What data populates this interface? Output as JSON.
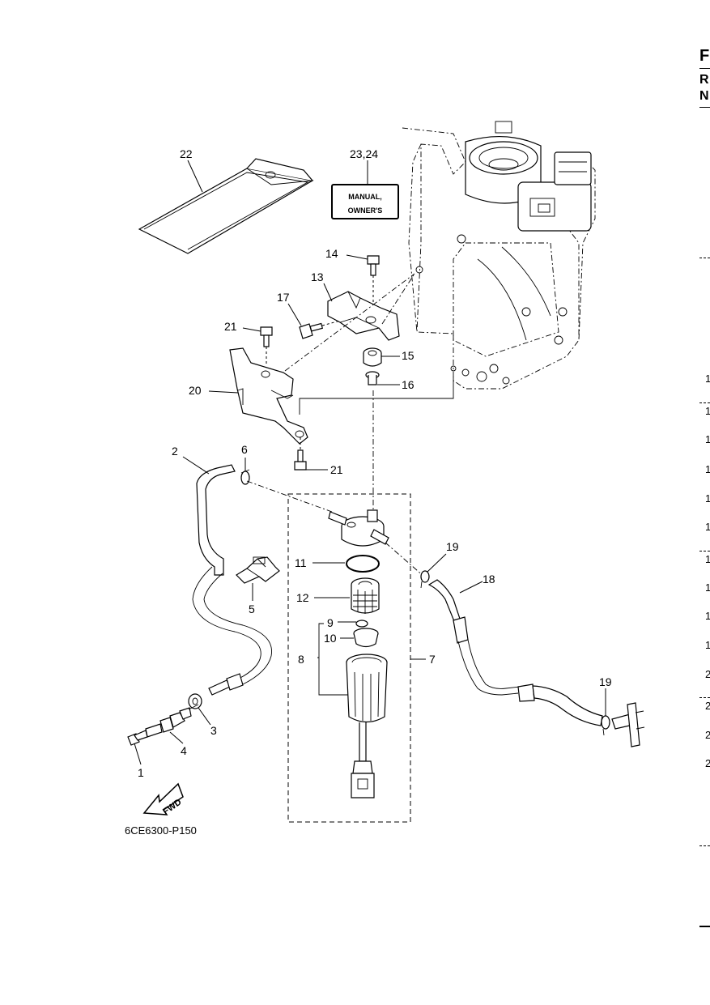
{
  "diagram_code": "6CE6300-P150",
  "manual_tag": {
    "line1": "MANUAL,",
    "line2": "OWNER'S"
  },
  "fwd_label": "FWD",
  "callouts": {
    "c1": "1",
    "c2": "2",
    "c3": "3",
    "c4": "4",
    "c5": "5",
    "c6": "6",
    "c7": "7",
    "c8": "8",
    "c9": "9",
    "c10": "10",
    "c11": "11",
    "c12": "12",
    "c13": "13",
    "c14": "14",
    "c15": "15",
    "c16": "16",
    "c17": "17",
    "c18": "18",
    "c19a": "19",
    "c19b": "19",
    "c20": "20",
    "c21a": "21",
    "c21b": "21",
    "c22": "22",
    "c2324": "23,24"
  },
  "side_letters": {
    "s1": "F",
    "s2": "R",
    "s3": "N"
  },
  "side_numbers": [
    "1",
    "1",
    "1",
    "1",
    "1",
    "1",
    "1",
    "1",
    "1",
    "1",
    "2",
    "2",
    "2",
    "2"
  ]
}
